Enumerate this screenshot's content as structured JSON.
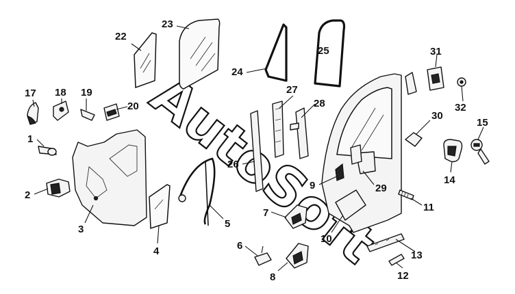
{
  "watermark": "AutoSoft",
  "callouts": [
    "1",
    "2",
    "3",
    "4",
    "5",
    "6",
    "7",
    "8",
    "9",
    "10",
    "11",
    "12",
    "13",
    "14",
    "15",
    "17",
    "18",
    "19",
    "20",
    "22",
    "23",
    "24",
    "25",
    "26",
    "27",
    "28",
    "29",
    "30",
    "31",
    "32"
  ]
}
